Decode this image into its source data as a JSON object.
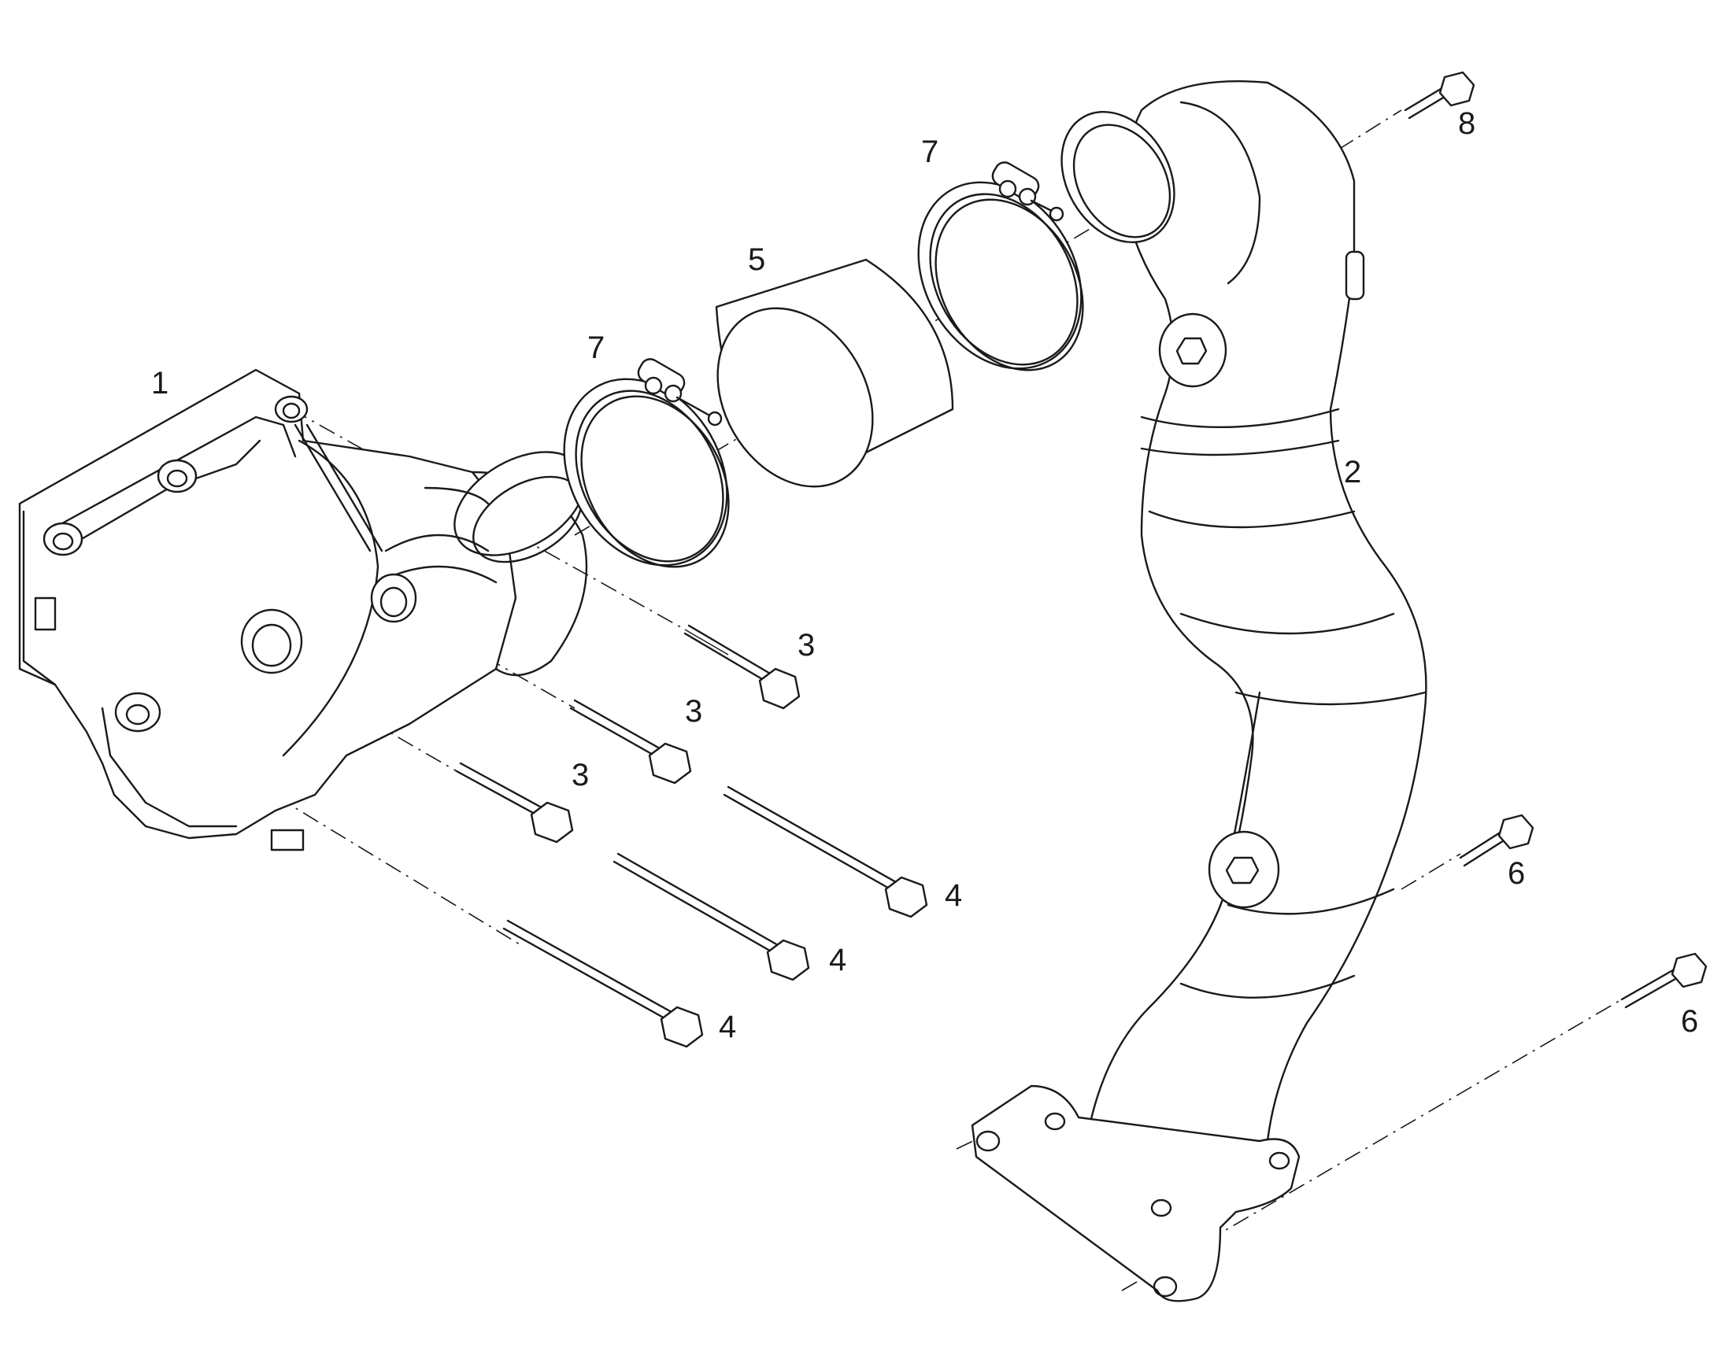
{
  "callouts": {
    "cover": "1",
    "pipe": "2",
    "short_bolt_a": "3",
    "short_bolt_b": "3",
    "short_bolt_c": "3",
    "long_bolt_a": "4",
    "long_bolt_b": "4",
    "long_bolt_c": "4",
    "sleeve": "5",
    "clamp_left": "7",
    "clamp_right": "7",
    "bolt_top": "8",
    "bolt_mid": "6",
    "bolt_bottom": "6"
  }
}
